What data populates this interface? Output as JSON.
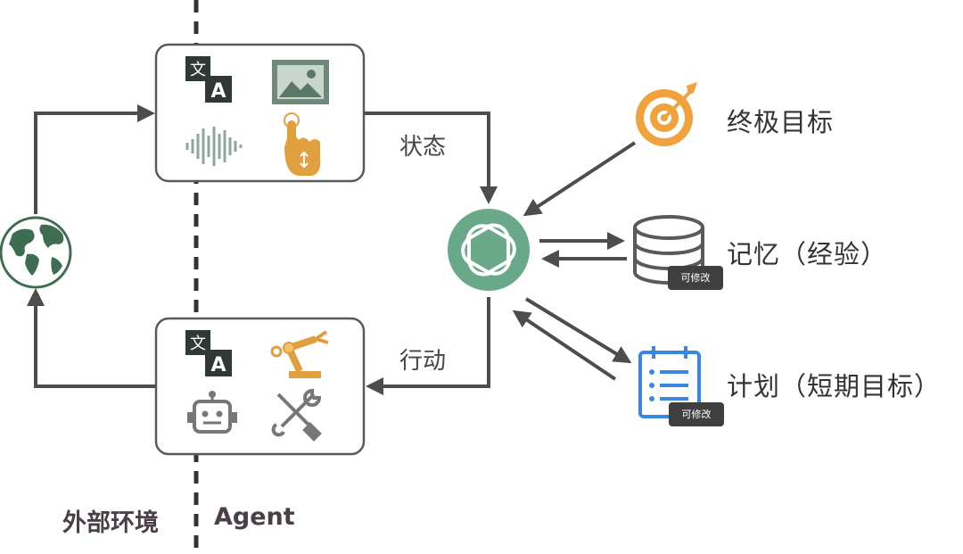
{
  "edges": {
    "state_label": "状态",
    "action_label": "行动"
  },
  "right_items": {
    "goal_label": "终极目标",
    "memory_label": "记忆（经验）",
    "memory_badge": "可修改",
    "plan_label": "计划（短期目标）",
    "plan_badge": "可修改"
  },
  "footer": {
    "environment_label": "外部环境",
    "agent_label": "Agent"
  },
  "icons": {
    "perception": [
      "translate-icon",
      "image-icon",
      "audio-waveform-icon",
      "touch-icon"
    ],
    "action": [
      "translate-icon",
      "robot-arm-icon",
      "robot-icon",
      "tools-icon"
    ],
    "center": "openai-logo-icon",
    "environment": "globe-icon",
    "goal": "target-icon",
    "memory": "database-icon",
    "plan": "calendar-list-icon"
  },
  "colors": {
    "box_border": "#5a5a5a",
    "arrow": "#4d4d4d",
    "openai_green": "#6aa88a",
    "globe_green": "#3f6d52",
    "target_orange": "#f0a33c",
    "touch_orange": "#e0a040",
    "calendar_blue": "#3b86e0",
    "badge_bg": "#3f3f3f"
  }
}
